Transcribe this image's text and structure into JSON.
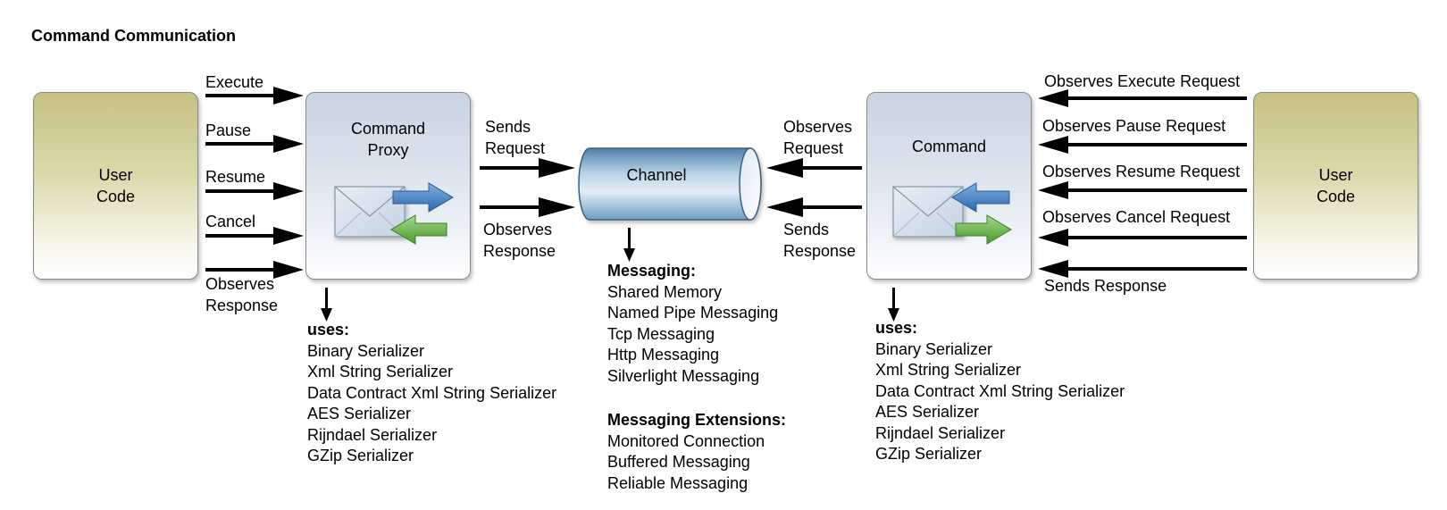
{
  "title": "Command Communication",
  "left_user_code": {
    "line1": "User",
    "line2": "Code"
  },
  "right_user_code": {
    "line1": "User",
    "line2": "Code"
  },
  "command_proxy": {
    "line1": "Command",
    "line2": "Proxy"
  },
  "command": {
    "label": "Command"
  },
  "channel": {
    "label": "Channel"
  },
  "left_arrows": {
    "execute": "Execute",
    "pause": "Pause",
    "resume": "Resume",
    "cancel": "Cancel",
    "observes_response_1": "Observes",
    "observes_response_2": "Response"
  },
  "proxy_channel": {
    "sends_request_1": "Sends",
    "sends_request_2": "Request",
    "observes_response_1": "Observes",
    "observes_response_2": "Response"
  },
  "command_channel": {
    "observes_request_1": "Observes",
    "observes_request_2": "Request",
    "sends_response_1": "Sends",
    "sends_response_2": "Response"
  },
  "right_arrows": {
    "observes_execute": "Observes Execute Request",
    "observes_pause": "Observes Pause Request",
    "observes_resume": "Observes Resume Request",
    "observes_cancel": "Observes Cancel Request",
    "sends_response": "Sends Response"
  },
  "proxy_uses": {
    "heading": "uses:",
    "items": [
      "Binary Serializer",
      "Xml String Serializer",
      "Data Contract Xml String Serializer",
      "AES Serializer",
      "Rijndael Serializer",
      "GZip Serializer"
    ]
  },
  "command_uses": {
    "heading": "uses:",
    "items": [
      "Binary Serializer",
      "Xml String Serializer",
      "Data Contract Xml String Serializer",
      "AES Serializer",
      "Rijndael Serializer",
      "GZip Serializer"
    ]
  },
  "messaging": {
    "heading": "Messaging:",
    "items": [
      "Shared Memory",
      "Named Pipe Messaging",
      "Tcp Messaging",
      "Http Messaging",
      "Silverlight Messaging"
    ]
  },
  "messaging_extensions": {
    "heading": "Messaging Extensions:",
    "items": [
      "Monitored Connection",
      "Buffered Messaging",
      "Reliable Messaging"
    ]
  }
}
